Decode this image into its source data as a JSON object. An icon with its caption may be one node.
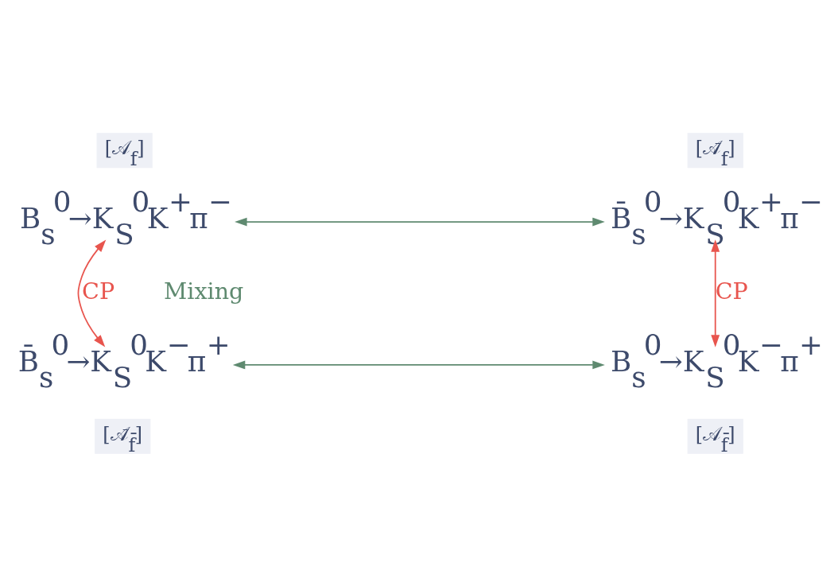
{
  "diagram": {
    "nodes": [
      {
        "text": [
          "[𝒜$_{f}$]"
        ]
      },
      {
        "text": [
          "[𝒜̄$_{f}$]"
        ]
      },
      {
        "text": [
          "B$_{s}$$^{0}$→K$_{S}$$^{0}$K$^{+}$π$^{−}$"
        ]
      },
      {
        "text": [
          "B̄$_{s}$$^{0}$→K$_{S}$$^{0}$K$^{+}$π$^{−}$"
        ]
      },
      {
        "text": [
          "B̄$_{s}$$^{0}$→K$_{S}$$^{0}$K$^{−}$π$^{+}$"
        ]
      },
      {
        "text": [
          "B$_{s}$$^{0}$→K$_{S}$$^{0}$K$^{−}$π$^{+}$"
        ]
      },
      {
        "text": [
          "[𝒜̄$_{f̄}$]"
        ]
      },
      {
        "text": [
          "[𝒜$_{f̄}$]"
        ]
      }
    ],
    "edges": [
      {
        "from": 2,
        "to": 4,
        "arrow": "both",
        "label": "CP",
        "color": "#e8554e"
      },
      {
        "from": 2,
        "to": 3,
        "arrow": "both",
        "color": "#5f8a70"
      },
      {
        "from": 3,
        "to": 5,
        "arrow": "both",
        "label": "CP",
        "color": "#e8554e"
      },
      {
        "from": 4,
        "to": 5,
        "arrow": "both",
        "color": "#5f8a70"
      }
    ],
    "labels": [
      "Mixing"
    ]
  }
}
